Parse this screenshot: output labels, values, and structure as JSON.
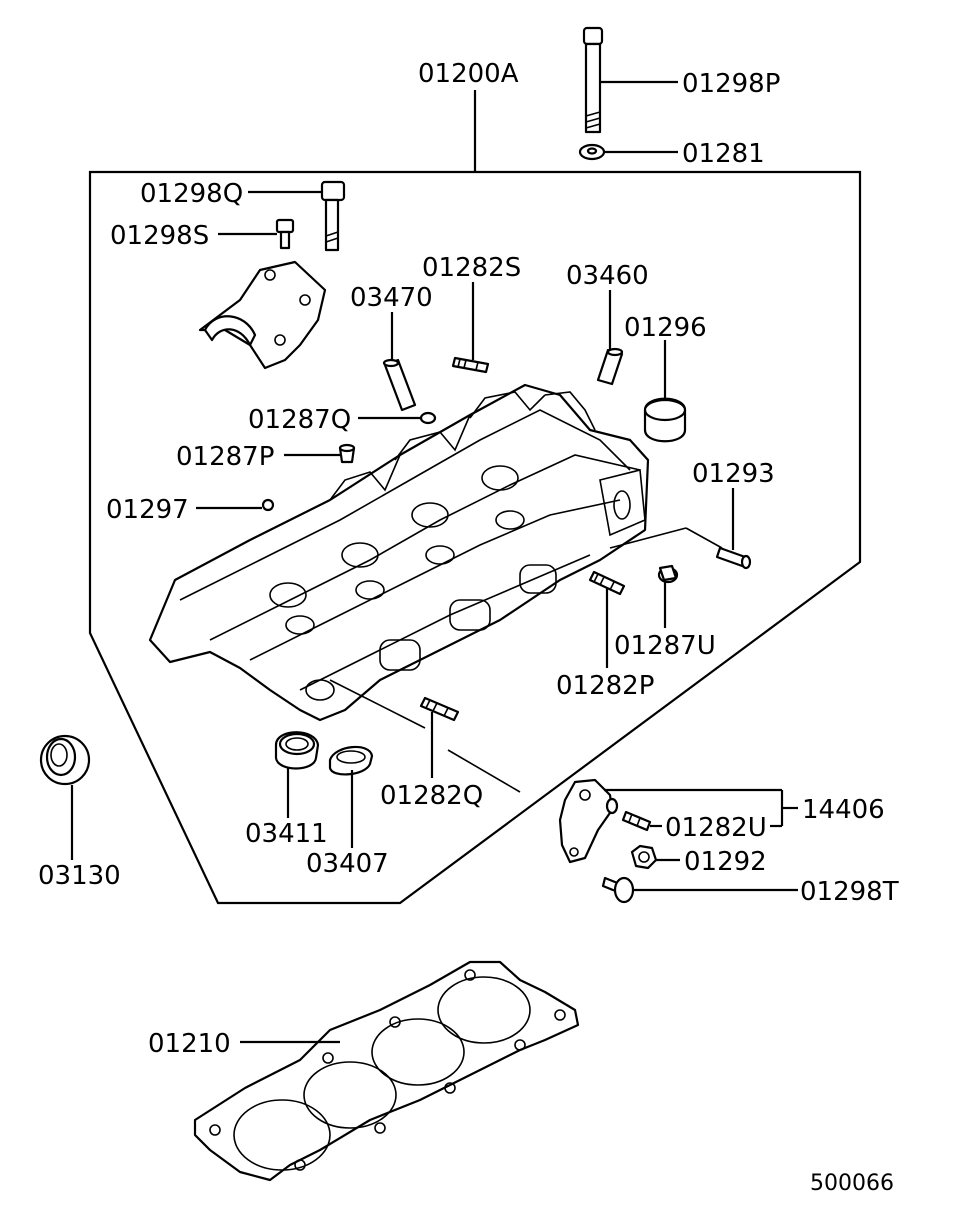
{
  "diagram_id": "500066",
  "labels": {
    "head_assembly": "01200A",
    "bolt_long": "01298P",
    "washer": "01281",
    "bolt_q": "01298Q",
    "bolt_s": "01298S",
    "stud_s": "01282S",
    "guide_460": "03460",
    "guide_470": "03470",
    "plug_296": "01296",
    "plug_287q": "01287Q",
    "plug_287p": "01287P",
    "plug_297": "01297",
    "stud_293": "01293",
    "plug_287u": "01287U",
    "stud_282p": "01282P",
    "stud_282q": "01282Q",
    "seal_411": "03411",
    "seal_407": "03407",
    "seal_130": "03130",
    "bracket": "14406",
    "stud_282u": "01282U",
    "nut_292": "01292",
    "bolt_298t": "01298T",
    "gasket": "01210"
  }
}
